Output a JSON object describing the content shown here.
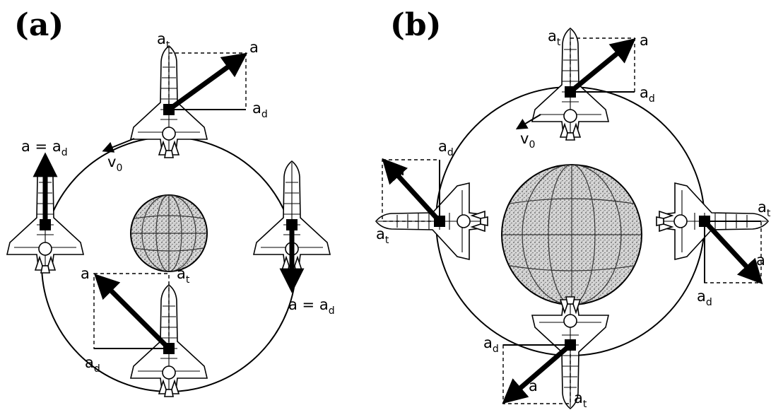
{
  "panels": [
    {
      "id": "a",
      "label": "(a)"
    },
    {
      "id": "b",
      "label": "(b)"
    }
  ],
  "symbols": {
    "a": "a",
    "a_sub_t": "t",
    "a_sub_d": "d",
    "v0": "v",
    "v0_sub": "0",
    "equal_text": "a = a",
    "equal_sub": "d"
  }
}
